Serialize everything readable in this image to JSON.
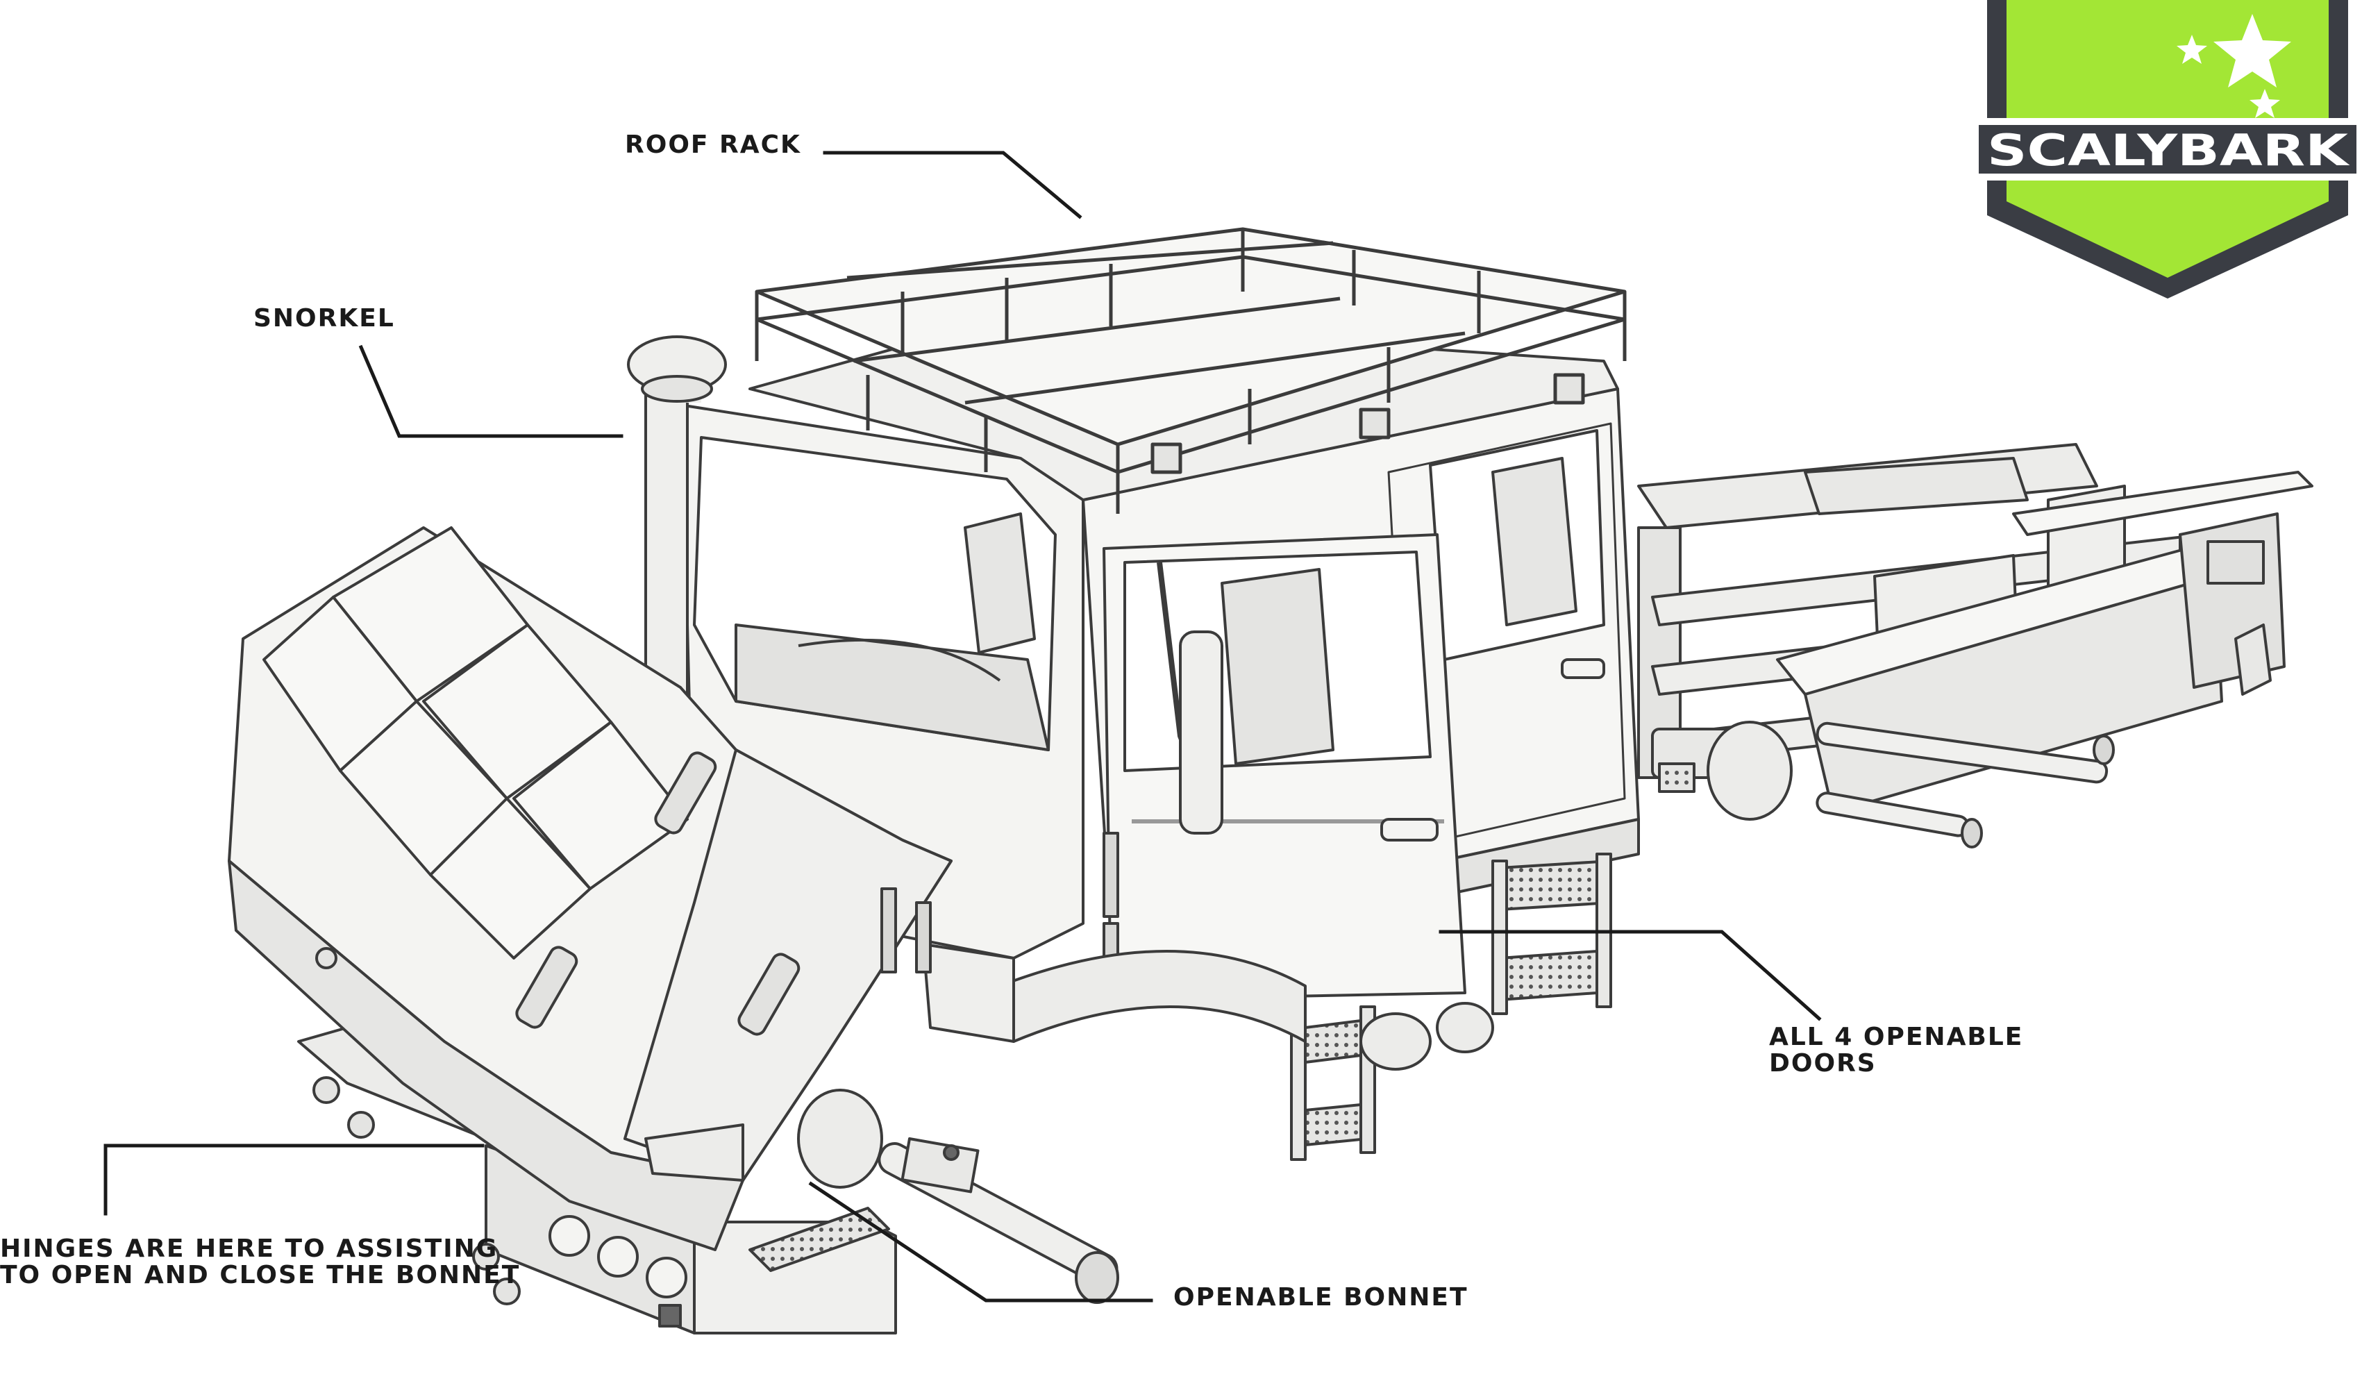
{
  "logo": {
    "text": "SCALYBARK",
    "shield_color": "#a3e635",
    "frame_color": "#3a3d44",
    "star_color": "#ffffff"
  },
  "callouts": {
    "roof_rack": "ROOF RACK",
    "snorkel": "SNORKEL",
    "doors_line1": "ALL 4 OPENABLE",
    "doors_line2": "DOORS",
    "hinges_line1": "HINGES ARE HERE TO ASSISTING",
    "hinges_line2": "TO OPEN AND CLOSE THE BONNET",
    "bonnet": "OPENABLE BONNET"
  },
  "colors": {
    "line": "#1a1a1a",
    "body_fill": "#f4f4f2",
    "body_stroke": "#3b3b3b",
    "shade": "#dcdcda"
  }
}
